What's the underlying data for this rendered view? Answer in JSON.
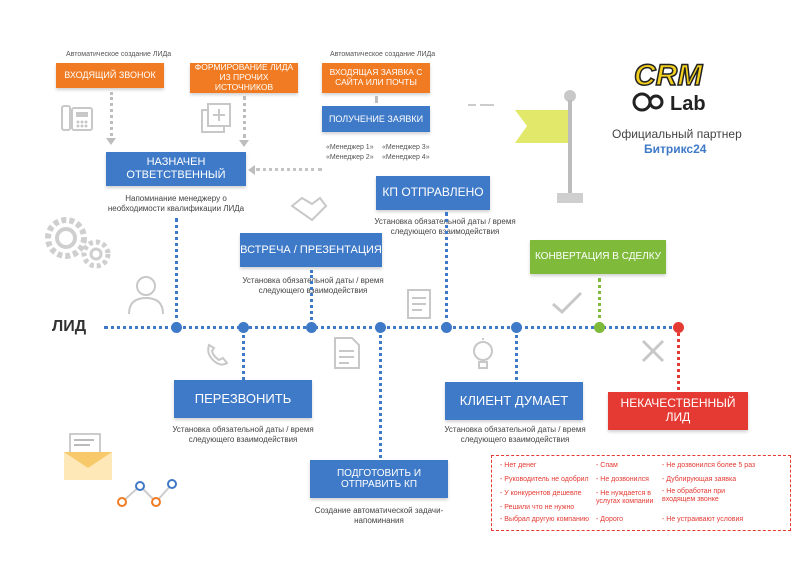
{
  "lead_label": "ЛИД",
  "auto_lead_1": "Автоматическое создание ЛИДа",
  "auto_lead_2": "Автоматическое создание ЛИДа",
  "incoming_call": "Входящий звонок",
  "other_sources": "Формирование ЛИДа из прочих источников",
  "incoming_request": "Входящая заявка с сайта или почты",
  "receive_request": "Получение заявки",
  "managers": [
    "«Менеджер 1»",
    "«Менеджер 2»",
    "«Менеджер 3»",
    "«Менеджер 4»"
  ],
  "assigned": "Назначен ответственный",
  "assigned_caption": "Напоминание менеджеру о необходимости квалификации ЛИДа",
  "kp_sent": "КП отправлено",
  "kp_sent_caption": "Установка обязательной даты / время следующего взаимодействия",
  "meeting": "Встреча / презентация",
  "meeting_caption": "Установка обязательной даты / время следующего взаимодействия",
  "conversion": "Конвертация в сделку",
  "callback": "Перезвонить",
  "callback_caption": "Установка обязательной даты / время следующего взаимодействия",
  "client_thinks": "Клиент думает",
  "client_thinks_caption": "Установка обязательной даты / время следующего взаимодействия",
  "prepare_kp": "Подготовить и отправить КП",
  "prepare_kp_caption": "Создание автоматической задачи-напоминания",
  "bad_lead": "Некачественный лид",
  "reasons_col1": [
    "- Нет денег",
    "- Руководитель не одобрил",
    "- У конкурентов дешевле",
    "- Решили что не нужно",
    "- Выбрал другую компанию"
  ],
  "reasons_col2": [
    "- Спам",
    "- Не дозвонился",
    "- Не нуждается в услугах компании",
    "- Дорого"
  ],
  "reasons_col3": [
    "- Не дозвонился более 5 раз",
    "- Дублирующая заявка",
    "- Не обработан при входящем звонке",
    "- Не устраивают условия"
  ],
  "partner_text": "Официальный партнер",
  "partner_name": "Битрикс24",
  "logo_text_top": "CRM",
  "logo_text_bottom": "Lab",
  "colors": {
    "orange": "#f07b22",
    "blue": "#3f7ac8",
    "green": "#7fba3b",
    "red": "#e53a33",
    "partner": "#3f7ac8"
  }
}
